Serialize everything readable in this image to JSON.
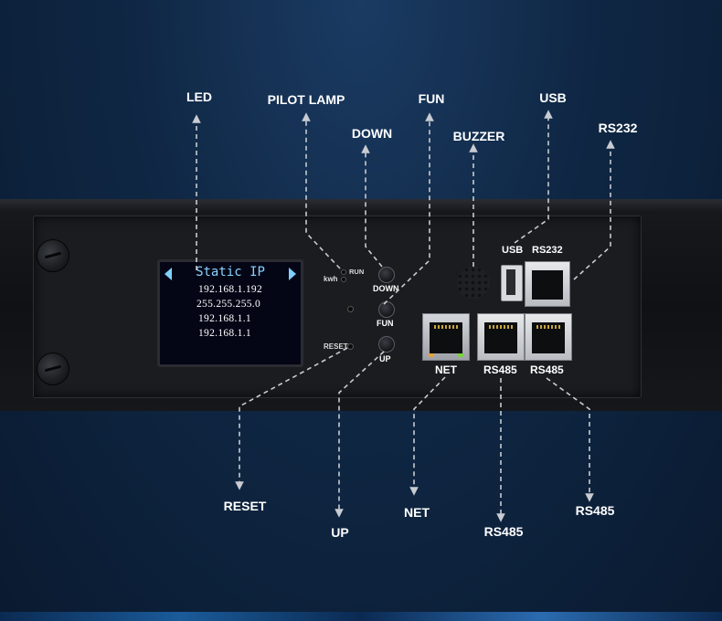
{
  "callouts": {
    "led": "LED",
    "pilot_lamp": "PILOT LAMP",
    "down": "DOWN",
    "fun": "FUN",
    "buzzer": "BUZZER",
    "usb": "USB",
    "rs232": "RS232",
    "reset": "RESET",
    "up": "UP",
    "net": "NET",
    "rs485_a": "RS485",
    "rs485_b": "RS485"
  },
  "lcd": {
    "title": "Static IP",
    "lines": [
      "192.168.1.192",
      "255.255.255.0",
      "192.168.1.1",
      "192.168.1.1"
    ]
  },
  "panel": {
    "run": "RUN",
    "kwh": "kwh",
    "reset": "RESET",
    "down": "DOWN",
    "fun": "FUN",
    "up": "UP",
    "usb": "USB",
    "rs232": "RS232",
    "net": "NET",
    "rs485_a": "RS485",
    "rs485_b": "RS485"
  },
  "colors": {
    "arrow": "#c8cbd1",
    "lcd_title": "#8ad3ff"
  }
}
